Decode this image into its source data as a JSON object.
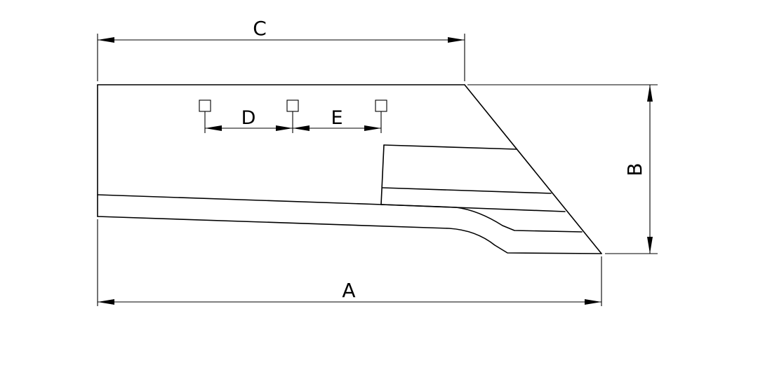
{
  "diagram": {
    "dimensions": {
      "A": "A",
      "B": "B",
      "C": "C",
      "D": "D",
      "E": "E"
    },
    "colors": {
      "line": "#000000",
      "background": "#ffffff"
    }
  }
}
